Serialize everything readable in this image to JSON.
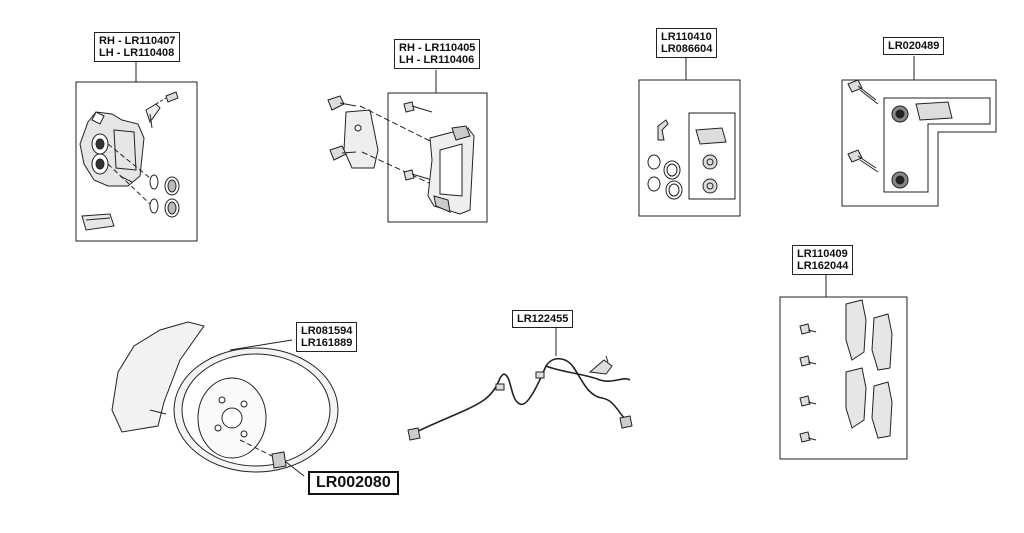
{
  "groups": [
    {
      "id": "caliper",
      "lines": [
        "RH - LR110407",
        "LH - LR110408"
      ]
    },
    {
      "id": "carrier",
      "lines": [
        "RH - LR110405",
        "LH - LR110406"
      ]
    },
    {
      "id": "seal-kit",
      "lines": [
        "LR110410",
        "LR086604"
      ]
    },
    {
      "id": "guide-pin-kit",
      "lines": [
        "LR020489"
      ]
    },
    {
      "id": "brake-pads",
      "lines": [
        "LR110409",
        "LR162044"
      ]
    },
    {
      "id": "brake-disc",
      "lines": [
        "LR081594",
        "LR161889"
      ]
    },
    {
      "id": "wear-sensor",
      "lines": [
        "LR122455"
      ]
    },
    {
      "id": "disc-screw",
      "lines": [
        "LR002080"
      ]
    }
  ]
}
